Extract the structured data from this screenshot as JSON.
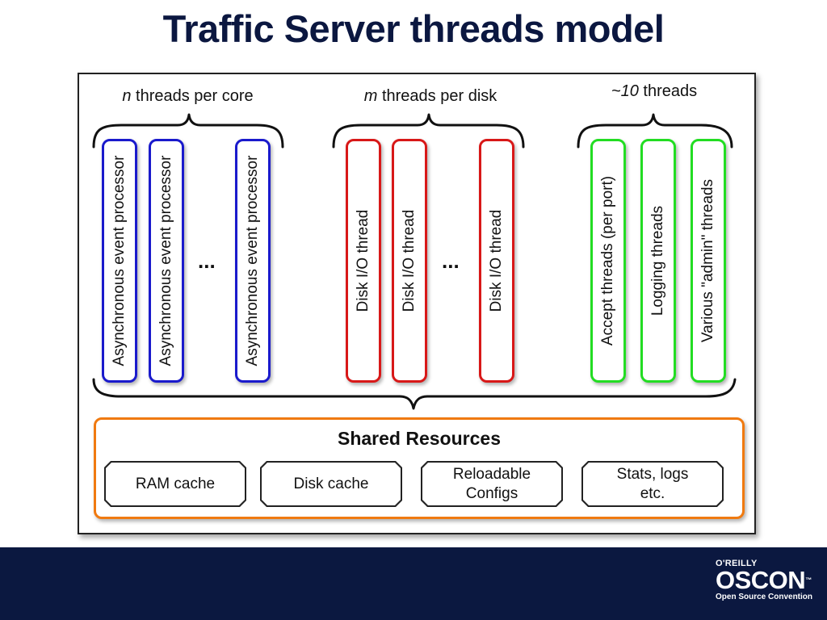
{
  "title": "Traffic Server threads model",
  "groups": [
    {
      "label_emph": "n",
      "label_rest": " threads per core",
      "color": "#1a1acc",
      "threads": [
        "Asynchronous event processor",
        "Asynchronous event processor",
        "Asynchronous event processor"
      ],
      "ellipsis": "..."
    },
    {
      "label_emph": "m",
      "label_rest": " threads per disk",
      "color": "#d81818",
      "threads": [
        "Disk I/O thread",
        "Disk I/O thread",
        "Disk I/O thread"
      ],
      "ellipsis": "..."
    },
    {
      "label_emph": "~10",
      "label_rest": " threads",
      "color": "#22dd22",
      "threads": [
        "Accept threads (per port)",
        "Logging threads",
        "Various \"admin\" threads"
      ]
    }
  ],
  "shared": {
    "title": "Shared Resources",
    "border_color": "#f07a10",
    "items": [
      "RAM cache",
      "Disk cache",
      "Reloadable\nConfigs",
      "Stats, logs\netc."
    ]
  },
  "footer": {
    "brand_top": "O'REILLY",
    "brand": "OSCON",
    "trademark": "™",
    "subtitle": "Open Source Convention",
    "background": "#0b1840"
  }
}
